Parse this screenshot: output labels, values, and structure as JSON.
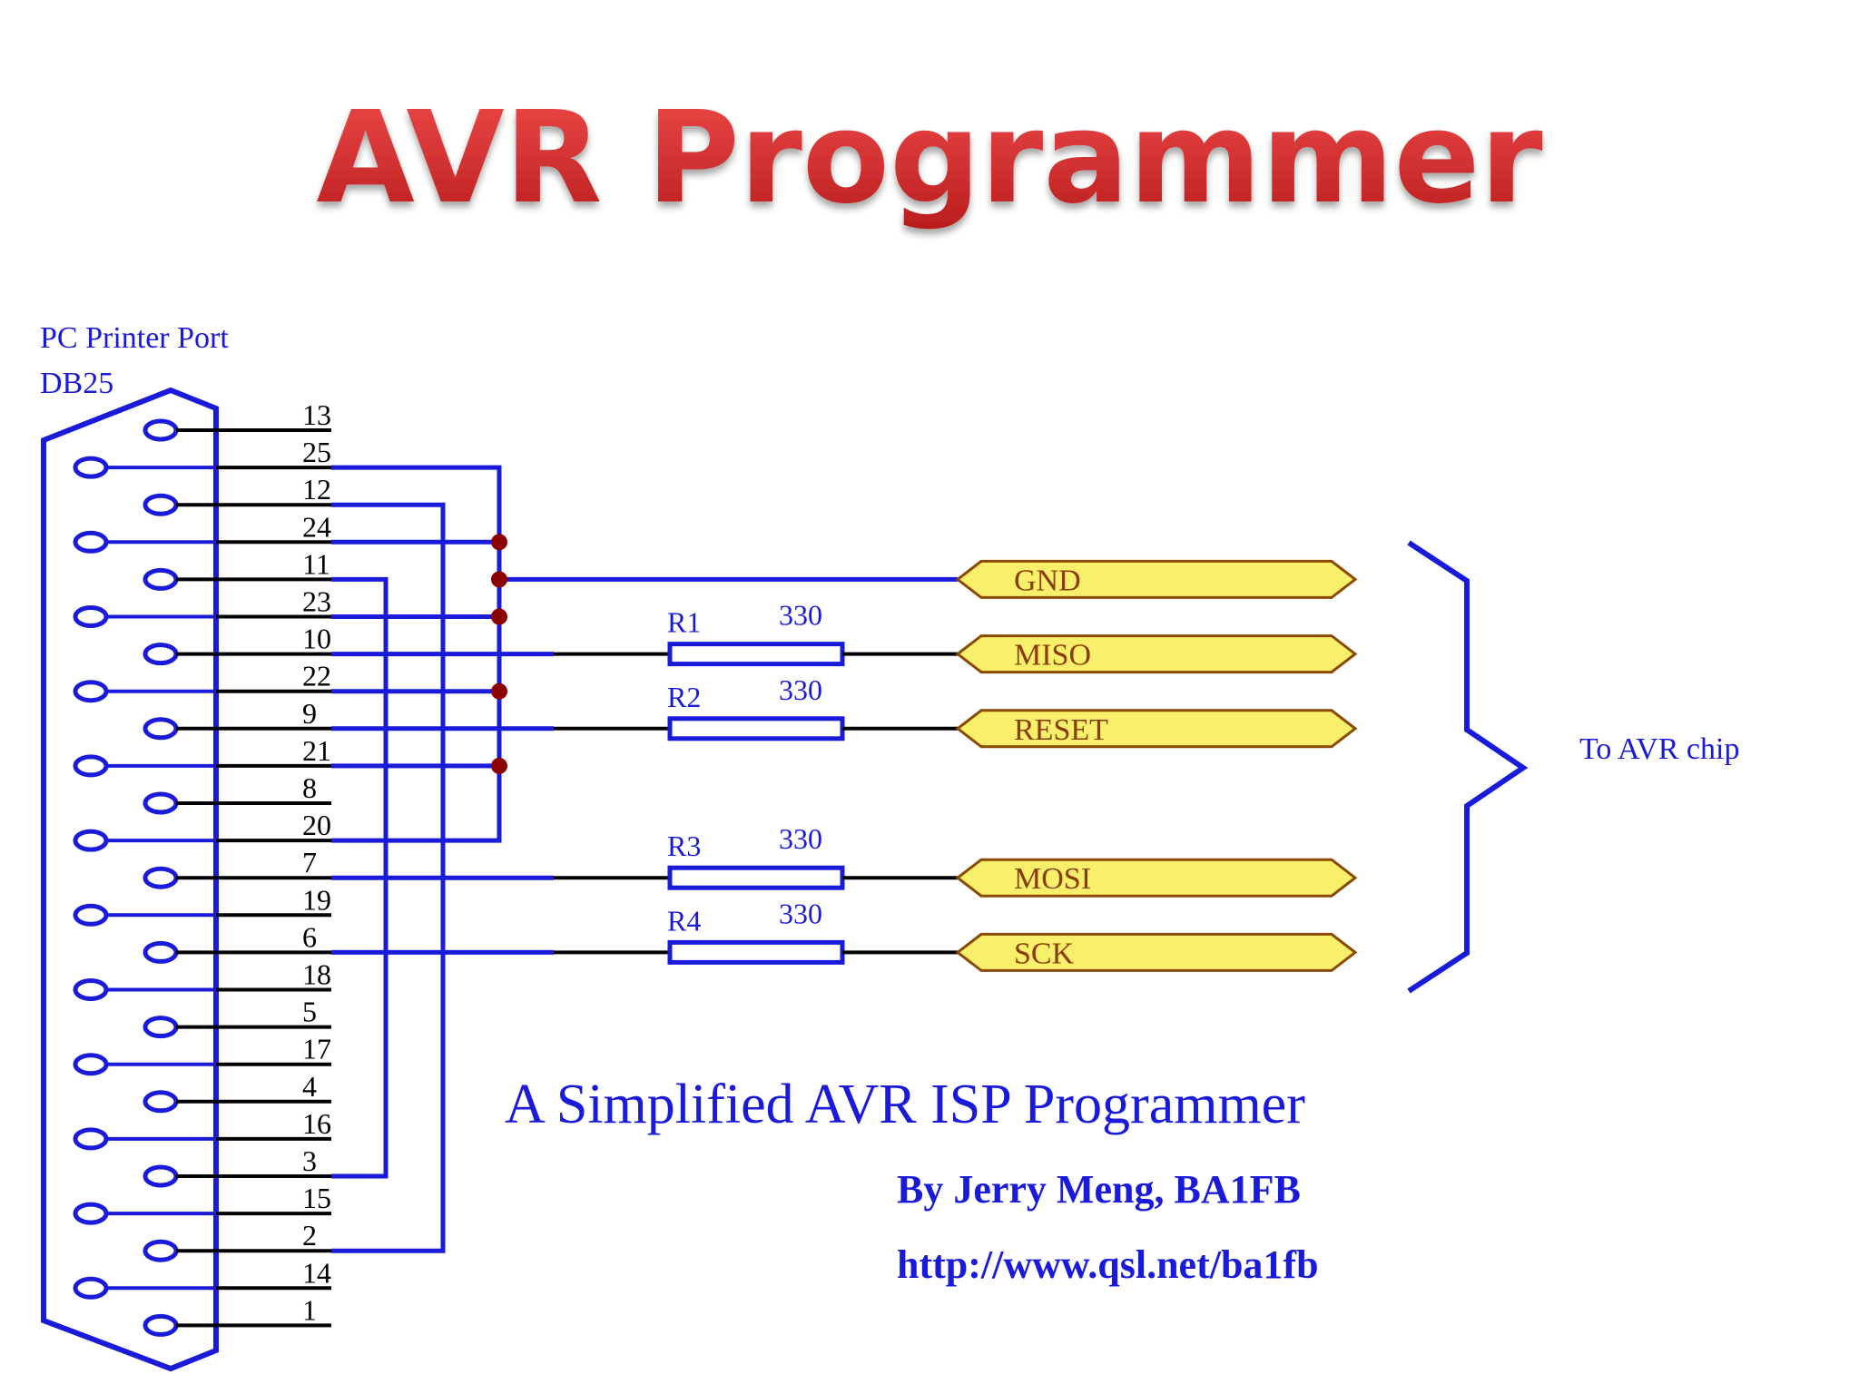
{
  "title": "AVR Programmer",
  "connector": {
    "line1": "PC Printer Port",
    "line2": "DB25"
  },
  "pins": [
    "13",
    "25",
    "12",
    "24",
    "11",
    "23",
    "10",
    "22",
    "9",
    "21",
    "8",
    "20",
    "7",
    "19",
    "6",
    "18",
    "5",
    "17",
    "4",
    "16",
    "3",
    "15",
    "2",
    "14",
    "1"
  ],
  "resistors": [
    {
      "name": "R1",
      "value": "330"
    },
    {
      "name": "R2",
      "value": "330"
    },
    {
      "name": "R3",
      "value": "330"
    },
    {
      "name": "R4",
      "value": "330"
    }
  ],
  "signals": [
    "GND",
    "MISO",
    "RESET",
    "MOSI",
    "SCK"
  ],
  "target_label": "To AVR chip",
  "caption": "A Simplified AVR ISP Programmer",
  "author": "By Jerry Meng, BA1FB",
  "url": "http://www.qsl.net/ba1fb",
  "colors": {
    "title": "#d42a2a",
    "wire": "#1a1adb",
    "black": "#000000",
    "node": "#8b0000",
    "tag_fill": "#f8ef6a",
    "tag_stroke": "#8b4a00",
    "tag_text": "#8b3a00"
  }
}
